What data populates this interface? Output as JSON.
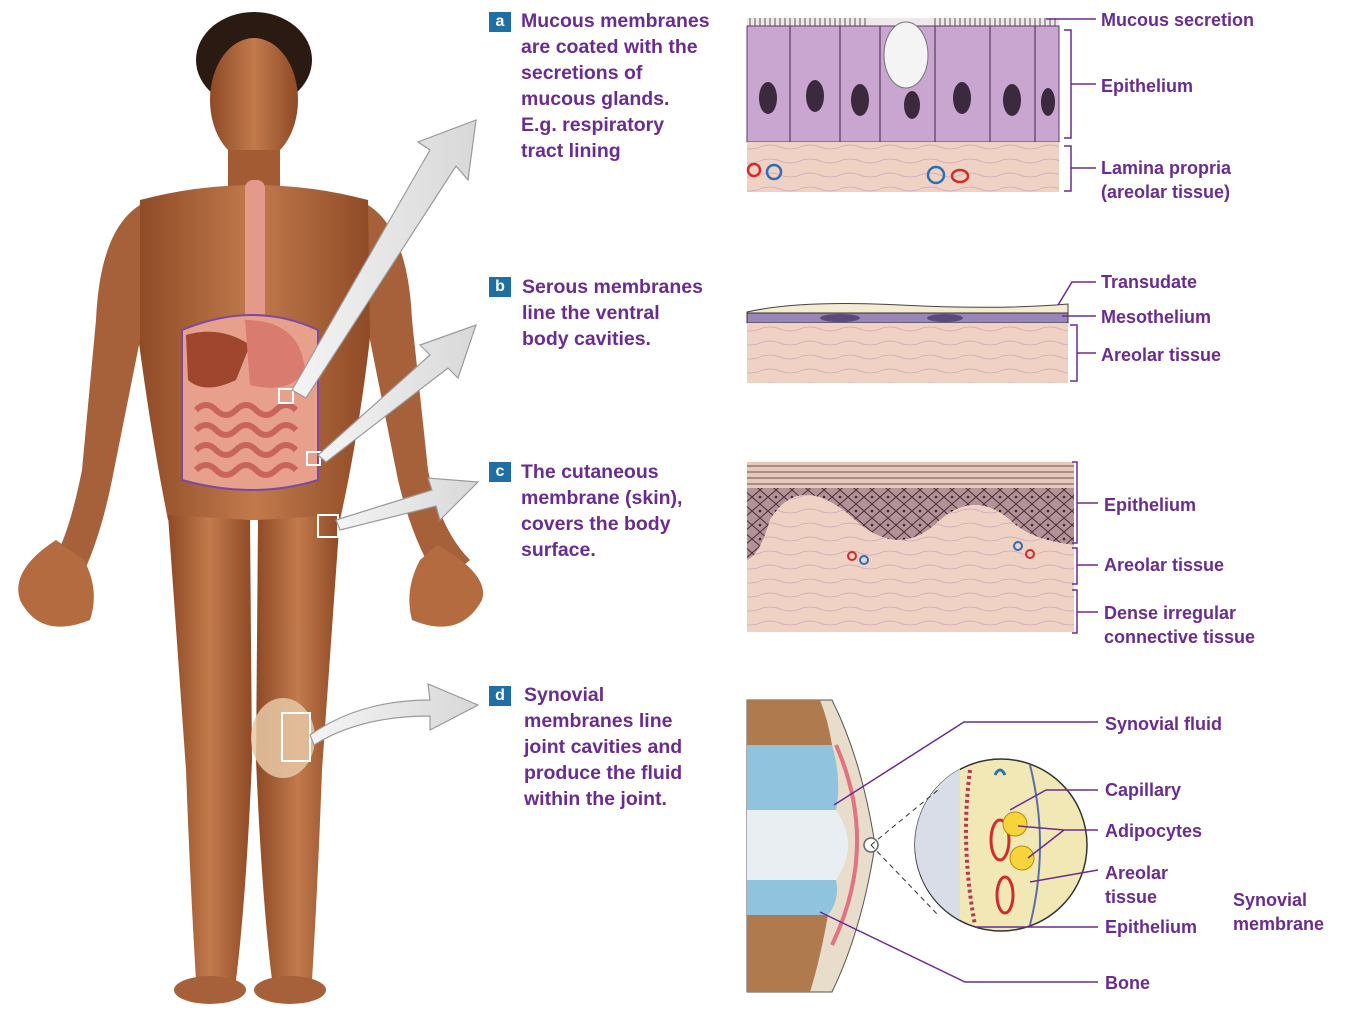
{
  "colors": {
    "label": "#6b2c8f",
    "badge": "#1f6fa5",
    "skin": "#b86a3e",
    "epithelium_mucous": "#c9a6cf",
    "areolar": "#f0d2c4",
    "arrow": "#e6e6e6"
  },
  "panels": [
    {
      "letter": "a",
      "lines": [
        "Mucous membranes",
        "are coated with the",
        "secretions of",
        "mucous glands.",
        "E.g. respiratory",
        "tract lining"
      ],
      "labels": [
        "Mucous secretion",
        "Epithelium",
        "Lamina propria",
        "(areolar tissue)"
      ]
    },
    {
      "letter": "b",
      "lines": [
        "Serous membranes",
        "line the ventral",
        "body cavities."
      ],
      "labels": [
        "Transudate",
        "Mesothelium",
        "Areolar tissue"
      ]
    },
    {
      "letter": "c",
      "lines": [
        "The cutaneous",
        "membrane (skin),",
        "covers the body",
        "surface."
      ],
      "labels": [
        "Epithelium",
        "Areolar tissue",
        "Dense irregular",
        "connective tissue"
      ]
    },
    {
      "letter": "d",
      "lines": [
        "Synovial",
        "membranes line",
        "joint cavities and",
        "produce the fluid",
        "within the joint."
      ],
      "labels": [
        "Synovial fluid",
        "Capillary",
        "Adipocytes",
        "Areolar",
        "tissue",
        "Epithelium",
        "Bone",
        "Synovial",
        "membrane"
      ]
    }
  ]
}
